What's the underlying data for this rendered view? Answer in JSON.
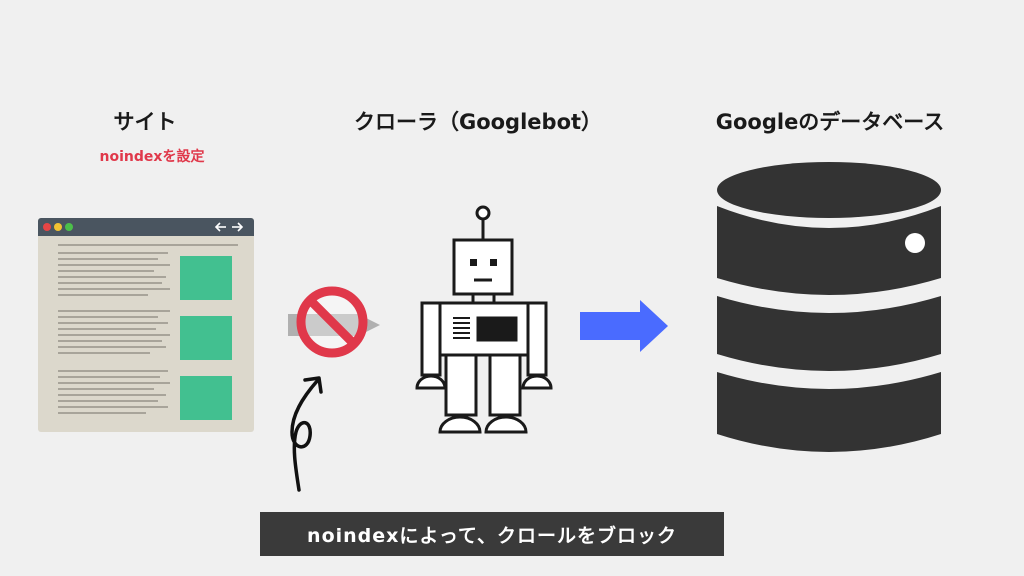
{
  "site": {
    "title": "サイト",
    "subtitle": "noindexを設定"
  },
  "crawler": {
    "title": "クローラ（Googlebot）"
  },
  "database": {
    "title": "Googleのデータベース"
  },
  "caption": "noindexによって、クロールをブロック",
  "icons": {
    "browser": "browser-window-icon",
    "block": "prohibited-sign-icon",
    "robot": "robot-icon",
    "arrow": "right-arrow-icon",
    "database": "database-icon",
    "hand_arrow": "curly-arrow-icon"
  },
  "colors": {
    "accent_red": "#e0384a",
    "arrow_blue": "#4a6bff",
    "db_dark": "#333333",
    "browser_bar": "#4a5560",
    "browser_green": "#42c090",
    "caption_bg": "#3a3a3a"
  }
}
